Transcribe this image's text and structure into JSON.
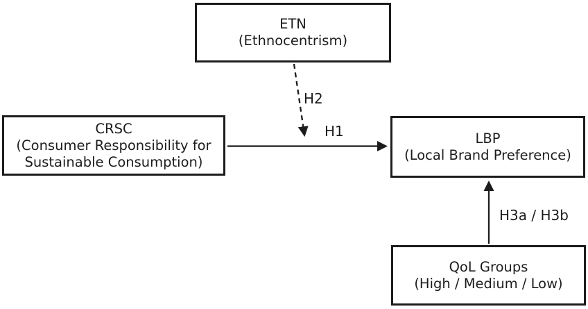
{
  "diagram": {
    "colors": {
      "background": "#ffffff",
      "line": "#1c1c1c",
      "box_fill": "#ffffff"
    },
    "boxes": {
      "etn": {
        "acronym": "ETN",
        "full_name": "(Ethnocentrism)"
      },
      "crsc": {
        "acronym": "CRSC",
        "full_name": "(Consumer Responsibility for Sustainable Consumption)"
      },
      "lbp": {
        "acronym": "LBP",
        "full_name": "(Local Brand Preference)"
      },
      "qol": {
        "acronym": "QoL Groups",
        "full_name": "(High / Medium / Low)"
      }
    },
    "path_labels": {
      "h1": "H1",
      "h2": "H2",
      "h3": "H3a / H3b"
    },
    "relationships": [
      {
        "from": "CRSC",
        "to": "LBP",
        "label": "H1",
        "style": "solid"
      },
      {
        "from": "ETN",
        "to": "CRSC-to-LBP path",
        "label": "H2",
        "style": "dashed"
      },
      {
        "from": "QoL Groups",
        "to": "LBP",
        "label": "H3a / H3b",
        "style": "solid"
      }
    ]
  }
}
